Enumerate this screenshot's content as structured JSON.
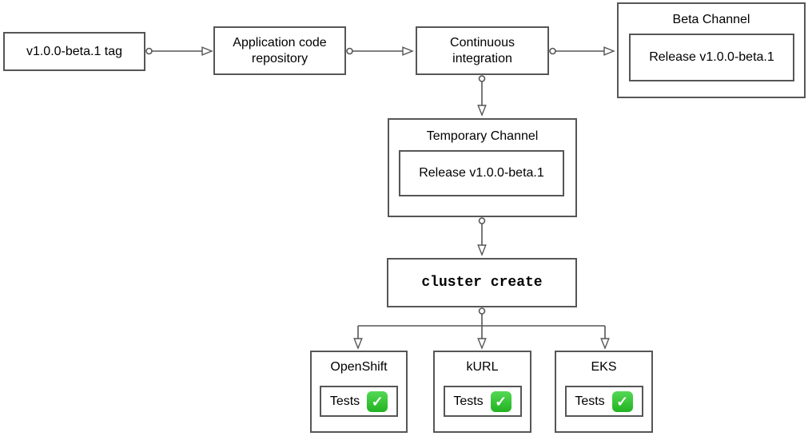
{
  "nodes": {
    "tag": {
      "label": "v1.0.0-beta.1 tag"
    },
    "repo": {
      "label": "Application code repository"
    },
    "ci": {
      "label": "Continuous integration"
    },
    "beta_channel": {
      "title": "Beta Channel",
      "release_label": "Release v1.0.0-beta.1"
    },
    "temporary_channel": {
      "title": "Temporary Channel",
      "release_label": "Release v1.0.0-beta.1"
    },
    "cluster_create": {
      "label": "cluster create"
    },
    "openshift": {
      "title": "OpenShift",
      "tests_label": "Tests",
      "status_icon": "check-mark",
      "status_glyph": "✓"
    },
    "kurl": {
      "title": "kURL",
      "tests_label": "Tests",
      "status_icon": "check-mark",
      "status_glyph": "✓"
    },
    "eks": {
      "title": "EKS",
      "tests_label": "Tests",
      "status_icon": "check-mark",
      "status_glyph": "✓"
    }
  },
  "edges": [
    {
      "from": "tag",
      "to": "repo"
    },
    {
      "from": "repo",
      "to": "ci"
    },
    {
      "from": "ci",
      "to": "beta_channel"
    },
    {
      "from": "ci",
      "to": "temporary_channel"
    },
    {
      "from": "temporary_channel",
      "to": "cluster_create"
    },
    {
      "from": "cluster_create",
      "to": "openshift"
    },
    {
      "from": "cluster_create",
      "to": "kurl"
    },
    {
      "from": "cluster_create",
      "to": "eks"
    }
  ],
  "colors": {
    "stroke": "#565656",
    "text": "#000000",
    "background": "#ffffff",
    "check_green_top": "#55d855",
    "check_green_bottom": "#21b321",
    "check_mark": "#ffffff"
  }
}
